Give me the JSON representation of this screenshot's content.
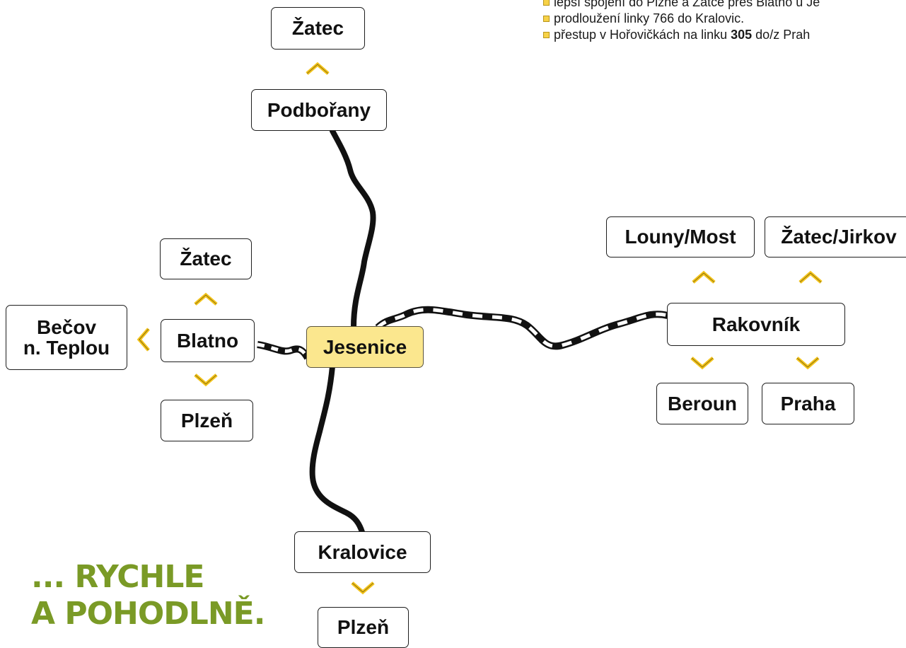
{
  "notes": [
    {
      "text": "lepší spojení do Plzně a Žatce přes Blatno u Je"
    },
    {
      "text": "prodloužení linky 766 do Kralovic."
    },
    {
      "text_before": "přestup v Hořovičkách na linku ",
      "bold": "305",
      "text_after": " do/z Prah"
    }
  ],
  "stations": {
    "hub": "Jesenice",
    "zatec_top": "Žatec",
    "podborany": "Podbořany",
    "zatec_left": "Žatec",
    "becov_line1": "Bečov",
    "becov_line2": "n. Teplou",
    "blatno": "Blatno",
    "plzen_left": "Plzeň",
    "kralovice": "Kralovice",
    "plzen_bottom": "Plzeň",
    "louny_most": "Louny/Most",
    "zatec_jirkov": "Žatec/Jirkov",
    "rakovnik": "Rakovník",
    "beroun": "Beroun",
    "praha": "Praha"
  },
  "slogan": {
    "line1": "... RYCHLE",
    "line2": "A POHODLNĚ."
  },
  "colors": {
    "hub_fill": "#fbe78e",
    "chevron": "#f3c319",
    "slogan": "#7a9a26",
    "bus_route": "#111111",
    "rail_route_dash": "#ffffff"
  }
}
